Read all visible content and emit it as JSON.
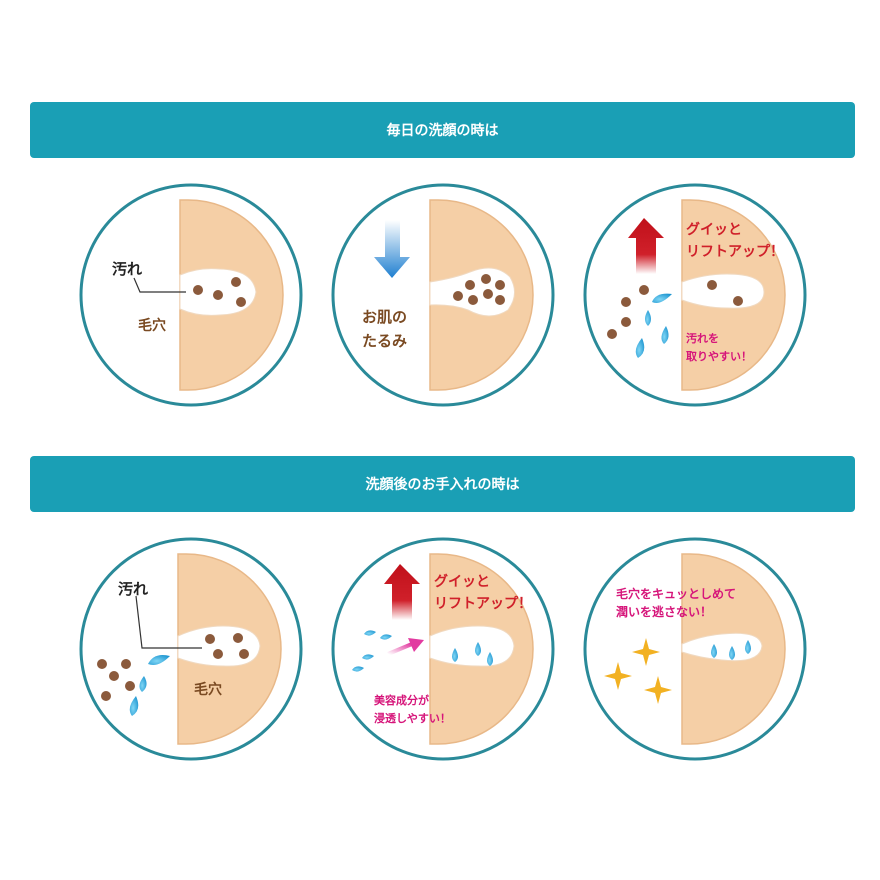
{
  "section1": {
    "title": "毎日の洗顔の時は",
    "panel1": {
      "dirt_label": "汚れ",
      "pore_label": "毛穴"
    },
    "panel2": {
      "sag_line1": "お肌の",
      "sag_line2": "たるみ"
    },
    "panel3": {
      "lift_line1": "グイッと",
      "lift_line2": "リフトアップ！",
      "clean_line1": "汚れを",
      "clean_line2": "取りやすい！"
    }
  },
  "section2": {
    "title": "洗顔後のお手入れの時は",
    "panel1": {
      "dirt_label": "汚れ",
      "pore_label": "毛穴"
    },
    "panel2": {
      "lift_line1": "グイッと",
      "lift_line2": "リフトアップ！",
      "absorb_line1": "美容成分が",
      "absorb_line2": "浸透しやすい！"
    },
    "panel3": {
      "tighten_line1": "毛穴をキュッとしめて",
      "tighten_line2": "潤いを逃さない！"
    }
  },
  "colors": {
    "banner": "#1a9fb5",
    "ring": "#2a8a99",
    "skin": "#f5cfa6",
    "skin_edge": "#e8b888",
    "dirt": "#8b5a3c",
    "water": "#2aa8d8",
    "lift_red": "#d0202a",
    "magenta": "#d6157a",
    "brown_text": "#7a4a22",
    "gold": "#f2b122"
  }
}
